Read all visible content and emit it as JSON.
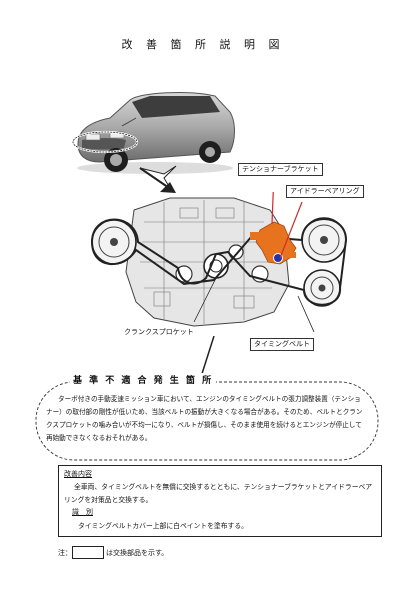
{
  "title": "改 善 箇 所 説 明 図",
  "labels": {
    "tensioner_bracket": "テンショナーブラケット",
    "idler_bearing": "アイドラーベアリング",
    "crank_sprocket": "クランクスプロケット",
    "timing_belt": "タイミングベルト"
  },
  "notice": {
    "heading": "基 準 不 適 合 発 生 箇 所",
    "body": "ターボ付きの手動変速ミッション車において、エンジンのタイミングベルトの張力調整装置（テンショナー）の取付部の剛性が低いため、当該ベルトの振動が大きくなる場合がある。そのため、ベルトとクランクスプロケットの噛み合いが不均一になり、ベルトが損傷し、そのまま使用を続けるとエンジンが停止して再始動できなくなるおそれがある。"
  },
  "fix": {
    "heading": "改善内容",
    "body": "全車両、タイミングベルトを無償に交換するとともに、テンショナーブラケットとアイドラーベアリングを対策品と交換する。",
    "ref_heading": "識　別",
    "ref_body": "タイミングベルトカバー上部に白ペイントを塗布する。"
  },
  "note": {
    "prefix": "注：",
    "suffix": "は交換部品を示す。"
  },
  "colors": {
    "highlight_orange": "#e8731e",
    "bearing_blue": "#2233aa",
    "callout_red": "#d22a2a"
  }
}
